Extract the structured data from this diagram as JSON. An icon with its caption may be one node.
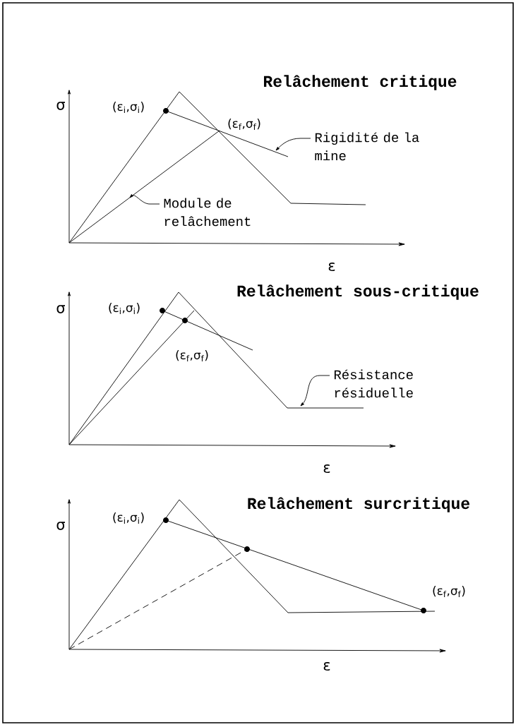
{
  "diagram": {
    "nodes": [
      {
        "text": [
          "Rigidité de la mine"
        ]
      },
      {
        "text": [
          "Module de relâchement"
        ]
      },
      {
        "text": [
          "Résistance résiduelle"
        ]
      }
    ],
    "edges": [
      {
        "from": 0,
        "to": null,
        "arrow": "to"
      },
      {
        "from": 1,
        "to": null,
        "arrow": "to"
      },
      {
        "from": 2,
        "to": null,
        "arrow": "to"
      }
    ],
    "labels": [
      "Relâchement critique",
      "σ",
      "(ε$_{i}$,σ$_{i}$)",
      "(ε$_{f}$,σ$_{f}$)",
      "ε",
      "Relâchement sous-critique",
      "σ",
      "(ε$_{i}$,σ$_{i}$)",
      "(ε$_{f}$,σ$_{f}$)",
      "ε",
      "Relâchement surcritique",
      "σ",
      "(ε$_{i}$,σ$_{i}$)",
      "(ε$_{f}$,σ$_{f}$)",
      "ε"
    ]
  }
}
